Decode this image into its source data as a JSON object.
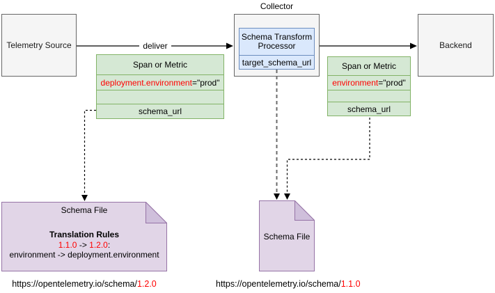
{
  "diagram": {
    "nodes": {
      "telemetry_source": {
        "label": "Telemetry Source"
      },
      "collector": {
        "label": "Collector"
      },
      "processor": {
        "title": "Schema Transform Processor",
        "field": "target_schema_url"
      },
      "backend": {
        "label": "Backend"
      },
      "span_left": {
        "header": "Span or Metric",
        "attr_key": "deployment.environment",
        "attr_rest": "=\"prod\"",
        "field": "schema_url"
      },
      "span_right": {
        "header": "Span or Metric",
        "attr_key": "environment",
        "attr_rest": "=\"prod\"",
        "field": "schema_url"
      },
      "schema_file_left": {
        "title": "Schema File",
        "rules_title": "Translation Rules",
        "rule_from": "1.1.0",
        "rule_arrow": " -> ",
        "rule_to": "1.2.0",
        "rule_colon": ":",
        "rule_detail": "environment -> deployment.environment"
      },
      "schema_file_mid": {
        "title": "Schema File"
      }
    },
    "edges": {
      "deliver_label": "deliver"
    },
    "urls": {
      "left": {
        "base": "https://opentelemetry.io/schema/",
        "version": "1.2.0"
      },
      "mid": {
        "base": "https://opentelemetry.io/schema/",
        "version": "1.1.0"
      }
    },
    "colors": {
      "node_fill": "#f5f5f5",
      "node_stroke": "#666666",
      "table_fill": "#d5e8d4",
      "table_stroke": "#82b366",
      "processor_fill": "#dae8fc",
      "processor_stroke": "#6c8ebf",
      "note_fill": "#e1d5e7",
      "note_fold_fill": "#cfbfdb",
      "note_stroke": "#9673a6",
      "highlight_red": "#ff0000"
    }
  }
}
